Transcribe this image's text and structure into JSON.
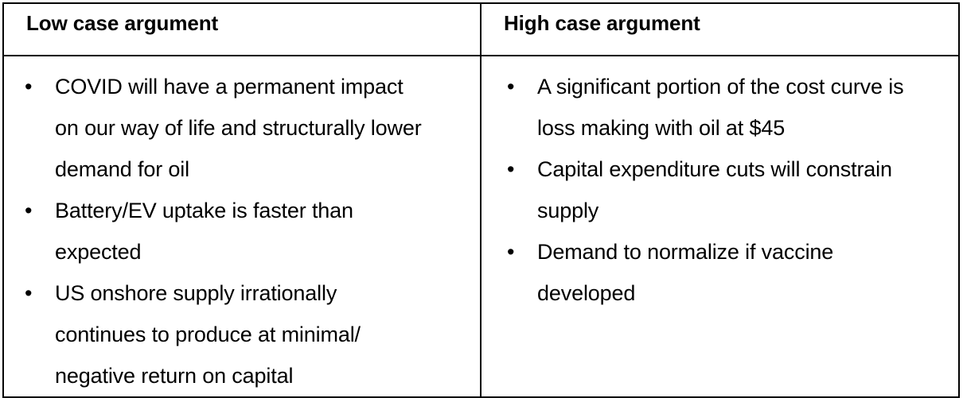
{
  "table": {
    "columns": [
      {
        "key": "low_case",
        "header": "Low case argument",
        "bullet_glyph": "•",
        "bullets": [
          "COVID will have a permanent impact on our way of life and structurally lower demand for oil",
          "Battery/EV uptake is faster than expected",
          "US onshore supply irrationally continues to produce at minimal/ negative return on capital"
        ]
      },
      {
        "key": "high_case",
        "header": "High case argument",
        "bullet_glyph": "•",
        "bullets": [
          "A significant portion of the cost curve is loss making with oil at $45",
          "Capital expenditure cuts will constrain supply",
          "Demand to normalize if vaccine developed"
        ]
      }
    ]
  },
  "style": {
    "border_color": "#000000",
    "text_color": "#000000",
    "background_color": "#ffffff"
  }
}
